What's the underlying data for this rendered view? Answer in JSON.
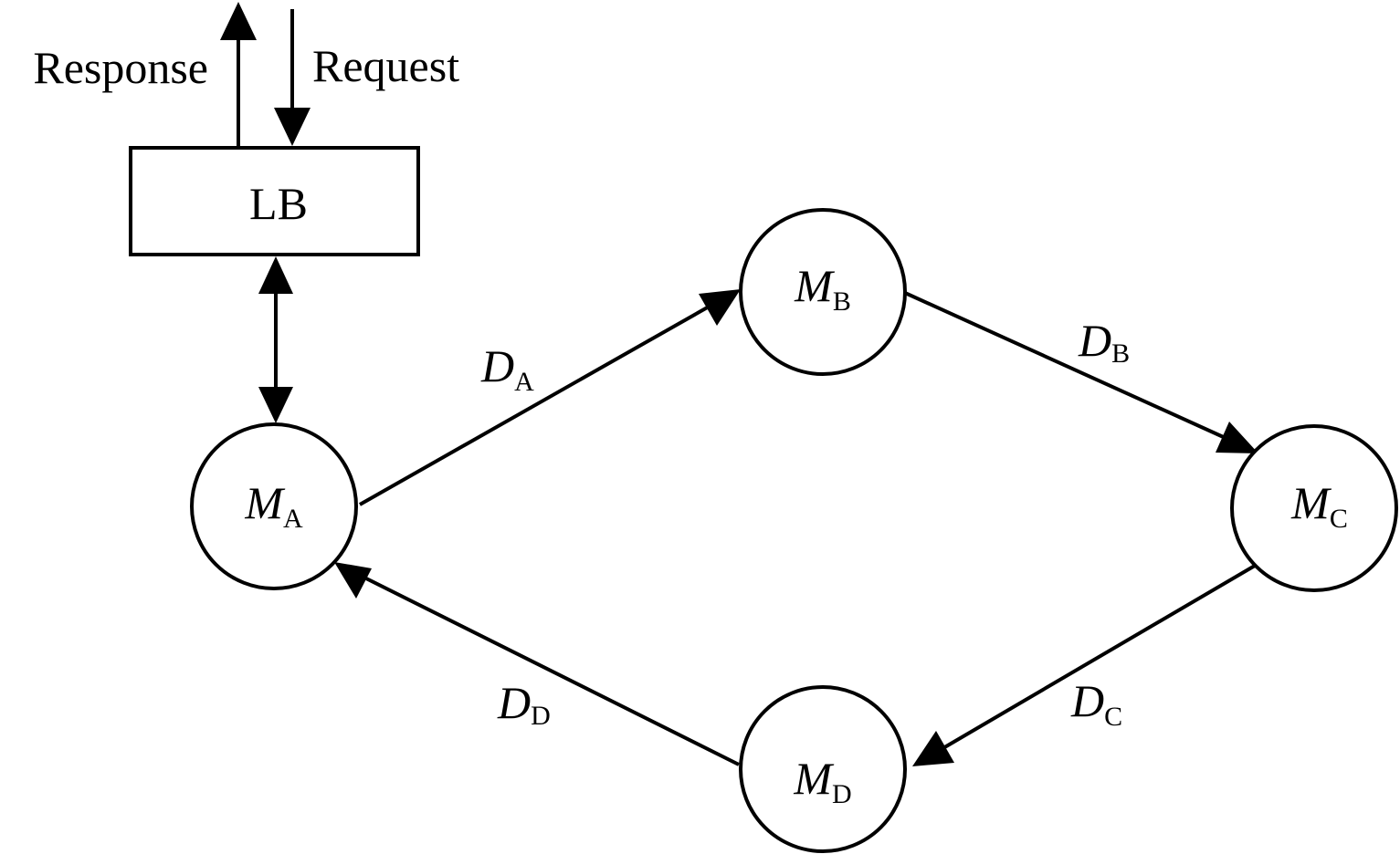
{
  "labels": {
    "response": "Response",
    "request": "Request",
    "lb": "LB"
  },
  "nodes": {
    "a": {
      "main": "M",
      "sub": "A"
    },
    "b": {
      "main": "M",
      "sub": "B"
    },
    "c": {
      "main": "M",
      "sub": "C"
    },
    "d": {
      "main": "M",
      "sub": "D"
    }
  },
  "edges": {
    "a_to_b": {
      "main": "D",
      "sub": "A"
    },
    "b_to_c": {
      "main": "D",
      "sub": "B"
    },
    "c_to_d": {
      "main": "D",
      "sub": "C"
    },
    "d_to_a": {
      "main": "D",
      "sub": "D"
    }
  }
}
